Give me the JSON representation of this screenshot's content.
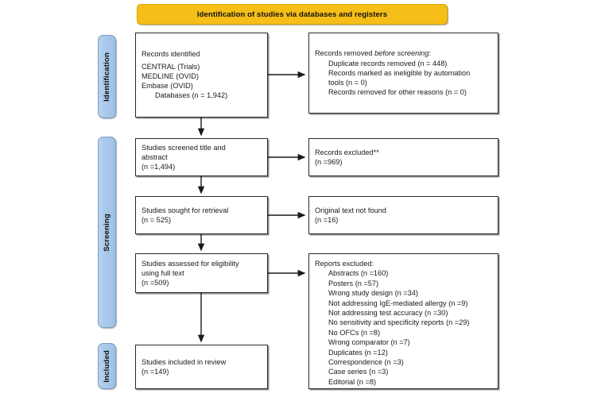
{
  "header": {
    "banner_title": "Identification of studies via databases and registers"
  },
  "stages": [
    {
      "id": "identification",
      "label": "Identification"
    },
    {
      "id": "screening",
      "label": "Screening"
    },
    {
      "id": "included",
      "label": "Included"
    }
  ],
  "boxes": {
    "records_identified": {
      "name": "Records identified",
      "lines": [
        "Records identified",
        "CENTRAL (Trials)",
        "MEDLINE (OVID)",
        "Embase (OVID)",
        "Databases (n = 1,942)"
      ]
    },
    "records_removed": {
      "name": "Records removed before screening",
      "title_plain": "Records removed ",
      "title_italic": "before screening",
      "title_suffix": ":",
      "lines": [
        "Duplicate records removed (n = 448)",
        "Records marked as ineligible by automation",
        "tools (n = 0)",
        "Records removed for other reasons (n = 0)"
      ]
    },
    "studies_screened": {
      "lines": [
        "Studies screened title and",
        "abstract",
        "(n =1,494)"
      ]
    },
    "records_excluded": {
      "lines": [
        "Records excluded**",
        "(n =969)"
      ]
    },
    "studies_sought": {
      "lines": [
        "Studies sought for retrieval",
        "(n = 525)"
      ]
    },
    "original_text_not_found": {
      "lines": [
        "Original text not found",
        "(n =16)"
      ]
    },
    "studies_assessed": {
      "lines": [
        "Studies assessed for eligibility",
        "using full text",
        "(n =509)"
      ]
    },
    "reports_excluded": {
      "title": "Reports excluded:",
      "items": [
        "Abstracts (n =160)",
        "Posters (n =57)",
        "Wrong study design (n =34)",
        "Not addressing IgE-mediated allergy (n =9)",
        "Not addressing test accuracy (n =30)",
        "No sensitivity and specificity reports (n =29)",
        "No OFCs (n =8)",
        "Wrong comparator (n =7)",
        "Duplicates (n =12)",
        "Correspondence (n =3)",
        "Case series (n =3)",
        "Editorial (n =8)"
      ]
    },
    "studies_included": {
      "lines": [
        "Studies included in review",
        "(n =149)"
      ]
    }
  },
  "counts": {
    "databases_total": 1942,
    "duplicates_removed": 448,
    "ineligible_automation": 0,
    "removed_other_reasons": 0,
    "screened_title_abstract": 1494,
    "records_excluded_screening": 969,
    "sought_for_retrieval": 525,
    "original_text_not_found": 16,
    "assessed_full_text": 509,
    "included_in_review": 149
  },
  "colors": {
    "banner": "#F5BE18",
    "banner_border": "#D9A400",
    "stage_fill": "#A9C9EA",
    "stage_border": "#7A9CC0",
    "box_border": "#2B2B2B",
    "text": "#1A1A1A"
  }
}
